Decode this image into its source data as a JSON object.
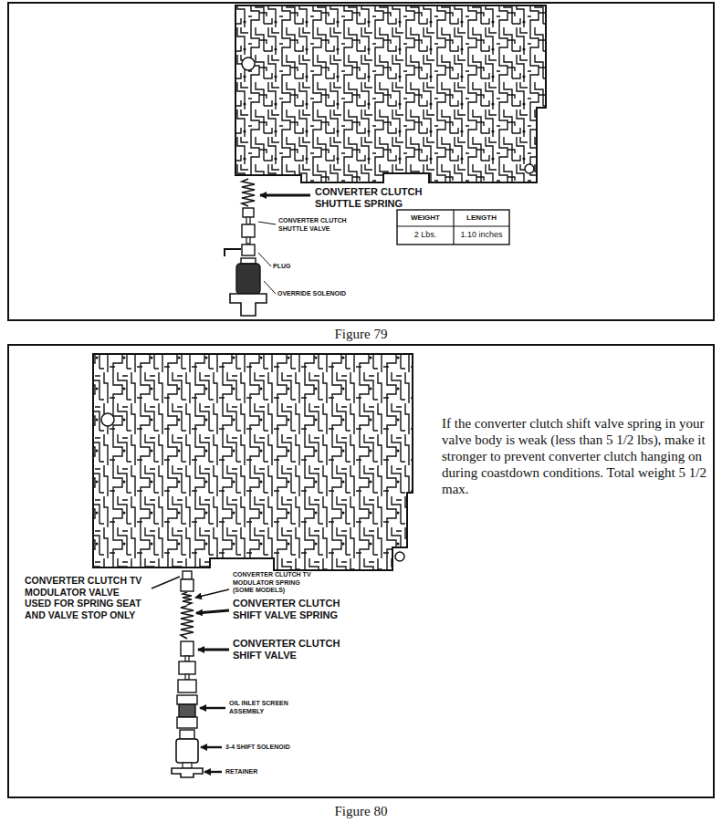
{
  "diagram": {
    "nodes": [
      {
        "text": [
          "Figure 79"
        ]
      },
      {
        "text": [
          "Figure 80"
        ]
      }
    ],
    "labels": [
      "CONVERTER CLUTCH SHUTTLE SPRING",
      "WEIGHT",
      "LENGTH",
      "2 Lbs.",
      "1.10 inches",
      "CONVERTER CLUTCH SHUTTLE VALVE",
      "PLUG",
      "OVERRIDE SOLENOID",
      "If the converter clutch shift valve spring in your valve body is weak (less than 5 1/2 lbs), make it stronger to prevent converter clutch hanging on during coastdown conditions. Total weight 5 1/2 max.",
      "CONVERTER CLUTCH TV MODULATOR VALVE USED FOR SPRING SEAT AND VALVE STOP ONLY",
      "CONVERTER CLUTCH TV MODULATOR SPRING (SOME MODELS)",
      "CONVERTER CLUTCH SHIFT VALVE SPRING",
      "CONVERTER CLUTCH SHIFT VALVE",
      "OIL INLET SCREEN ASSEMBLY",
      "3-4 SHIFT SOLENOID",
      "RETAINER"
    ]
  }
}
